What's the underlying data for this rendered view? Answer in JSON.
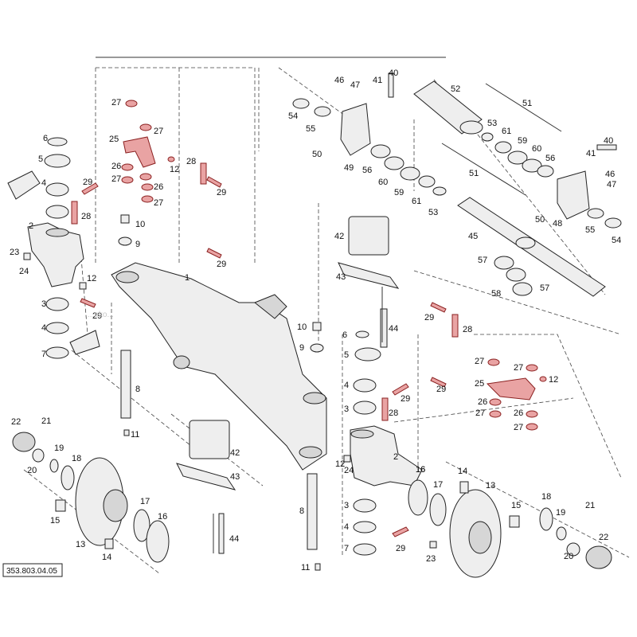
{
  "reference_number": "353.803.04.05",
  "watermark": "...eko...",
  "colors": {
    "highlight_fill": "#e9a3a3",
    "highlight_stroke": "#8a2020",
    "line": "#333333"
  },
  "callouts": {
    "c1": "1",
    "c2": "2",
    "c3": "3",
    "c4": "4",
    "c5": "5",
    "c6": "6",
    "c7": "7",
    "c8": "8",
    "c9": "9",
    "c10": "10",
    "c11": "11",
    "c12": "12",
    "c13": "13",
    "c14": "14",
    "c15": "15",
    "c16": "16",
    "c17": "17",
    "c18": "18",
    "c19": "19",
    "c20": "20",
    "c21": "21",
    "c22": "22",
    "c23": "23",
    "c24": "24",
    "c25": "25",
    "c26": "26",
    "c27": "27",
    "c28": "28",
    "c29": "29",
    "c40": "40",
    "c41": "41",
    "c42": "42",
    "c43": "43",
    "c44": "44",
    "c45": "45",
    "c46": "46",
    "c47": "47",
    "c48": "48",
    "c49": "49",
    "c50": "50",
    "c51": "51",
    "c52": "52",
    "c53": "53",
    "c54": "54",
    "c55": "55",
    "c56": "56",
    "c57": "57",
    "c58": "58",
    "c59": "59",
    "c60": "60",
    "c61": "61"
  }
}
